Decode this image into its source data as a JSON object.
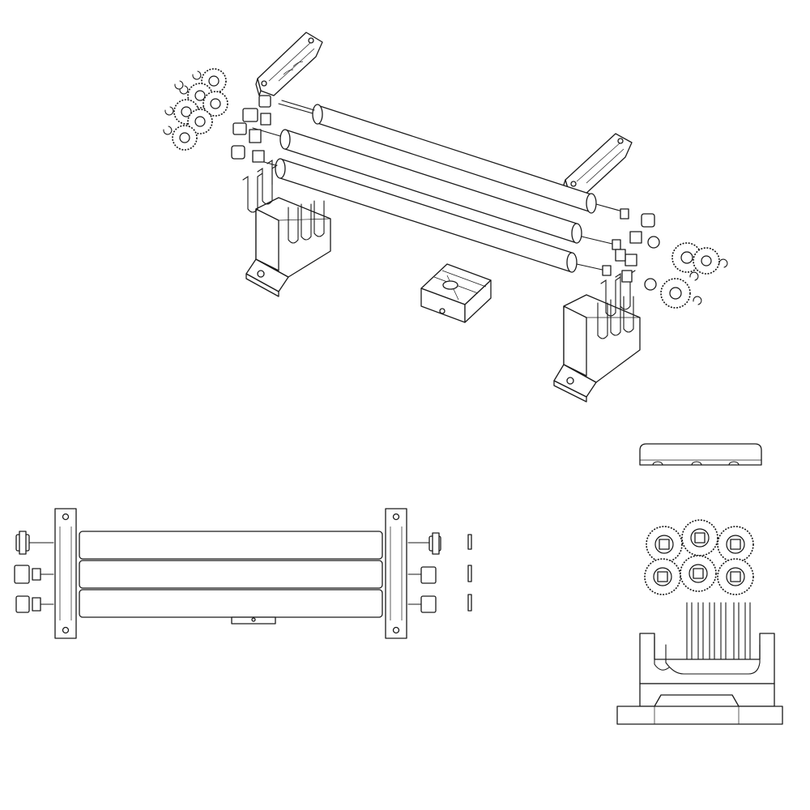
{
  "drawing": {
    "subject": "",
    "views": [
      "isometric-exploded",
      "front",
      "top-detail",
      "side"
    ]
  },
  "colors": {
    "line": "#1a1a1a",
    "background": "#ffffff",
    "dark_fill": "#2a2a2a"
  }
}
